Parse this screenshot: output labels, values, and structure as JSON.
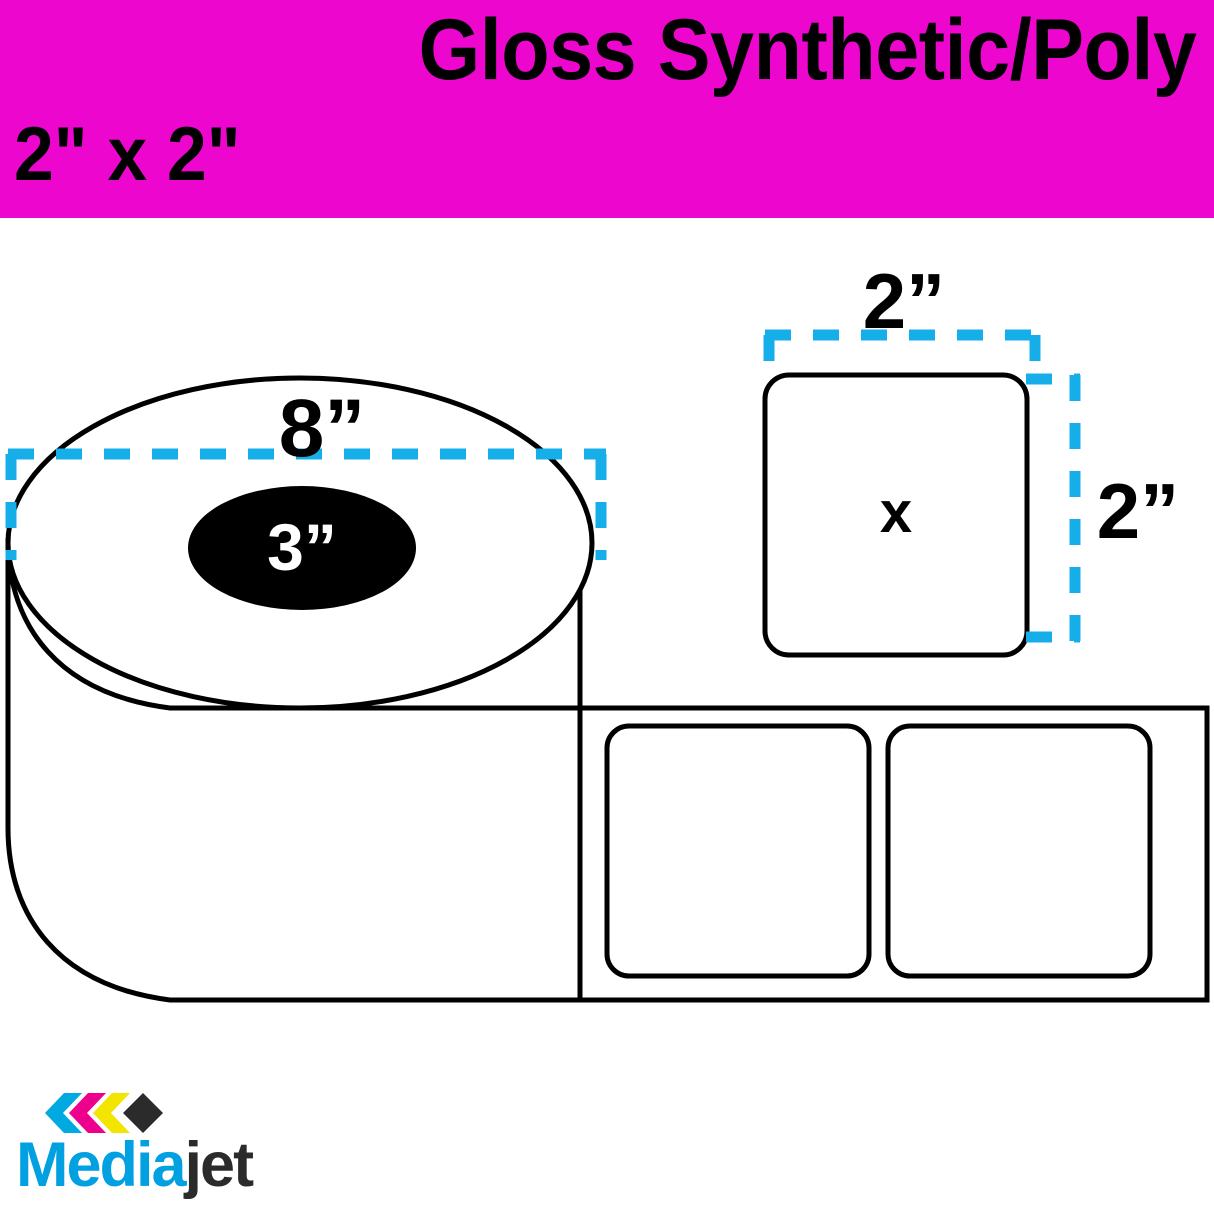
{
  "header": {
    "title": "Gloss Synthetic/Poly",
    "size": "2\" x 2\"",
    "background_color": "#ec06ce",
    "text_color": "#000000"
  },
  "diagram": {
    "roll": {
      "width_label": "8”",
      "core_label": "3”",
      "outline_color": "#000000",
      "core_color": "#000000",
      "core_label_color": "#ffffff",
      "fill_color": "#ffffff"
    },
    "label_sample": {
      "center_mark": "x",
      "width_label": "2”",
      "height_label": "2”",
      "outline_color": "#000000"
    },
    "web": {
      "label_count": 2
    },
    "dimension_line_color": "#16aee8"
  },
  "logo": {
    "name_primary": "Media",
    "name_secondary": "jet",
    "primary_color": "#00a0e1",
    "secondary_color": "#2b2b2b",
    "chevrons": [
      {
        "name": "cyan-chevron",
        "color": "#00a9e0"
      },
      {
        "name": "magenta-chevron",
        "color": "#ec008c"
      },
      {
        "name": "yellow-chevron",
        "color": "#f2e500"
      },
      {
        "name": "black-diamond",
        "color": "#2b2b2b"
      }
    ]
  }
}
